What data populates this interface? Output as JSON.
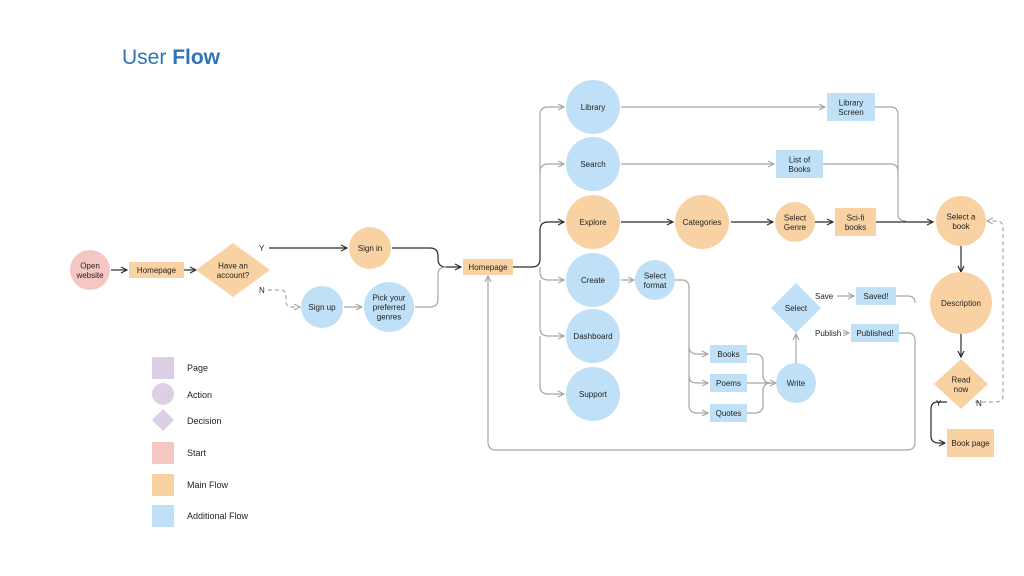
{
  "title": {
    "light": "User",
    "bold": "Flow"
  },
  "colors": {
    "start": "#f4c7c3",
    "main": "#f9d2a3",
    "additional": "#bfe0f6",
    "legend_shape": "#dccfe6",
    "title": "#2e75b6"
  },
  "nodes": {
    "open_website": "Open\nwebsite",
    "homepage1": "Homepage",
    "have_account": "Have an\naccount?",
    "sign_in": "Sign in",
    "sign_up": "Sign up",
    "pick_genres": "Pick your\npreferred\ngenres",
    "homepage2": "Homepage",
    "library": "Library",
    "search": "Search",
    "explore": "Explore",
    "create": "Create",
    "dashboard": "Dashboard",
    "support": "Support",
    "library_screen": "Library\nScreen",
    "list_of_books": "List of\nBooks",
    "categories": "Categories",
    "select_genre": "Select\nGenre",
    "scifi_books": "Sci-fi\nbooks",
    "select_format": "Select\nformat",
    "books": "Books",
    "poems": "Poems",
    "quotes": "Quotes",
    "write": "Write",
    "select": "Select",
    "saved": "Saved!",
    "published": "Published!",
    "select_a_book": "Select a\nbook",
    "description": "Description",
    "read_now": "Read\nnow",
    "book_page": "Book page"
  },
  "edge_labels": {
    "y1": "Y",
    "n1": "N",
    "save": "Save",
    "publish": "Publish",
    "y2": "Y",
    "n2": "N"
  },
  "legend": [
    {
      "label": "Page",
      "shape": "square",
      "color": "#dccfe6"
    },
    {
      "label": "Action",
      "shape": "circle",
      "color": "#dccfe6"
    },
    {
      "label": "Decision",
      "shape": "diamond",
      "color": "#dccfe6"
    },
    {
      "label": "Start",
      "shape": "square",
      "color": "#f4c7c3"
    },
    {
      "label": "Main Flow",
      "shape": "square",
      "color": "#f9d2a3"
    },
    {
      "label": "Additional Flow",
      "shape": "square",
      "color": "#bfe0f6"
    }
  ]
}
